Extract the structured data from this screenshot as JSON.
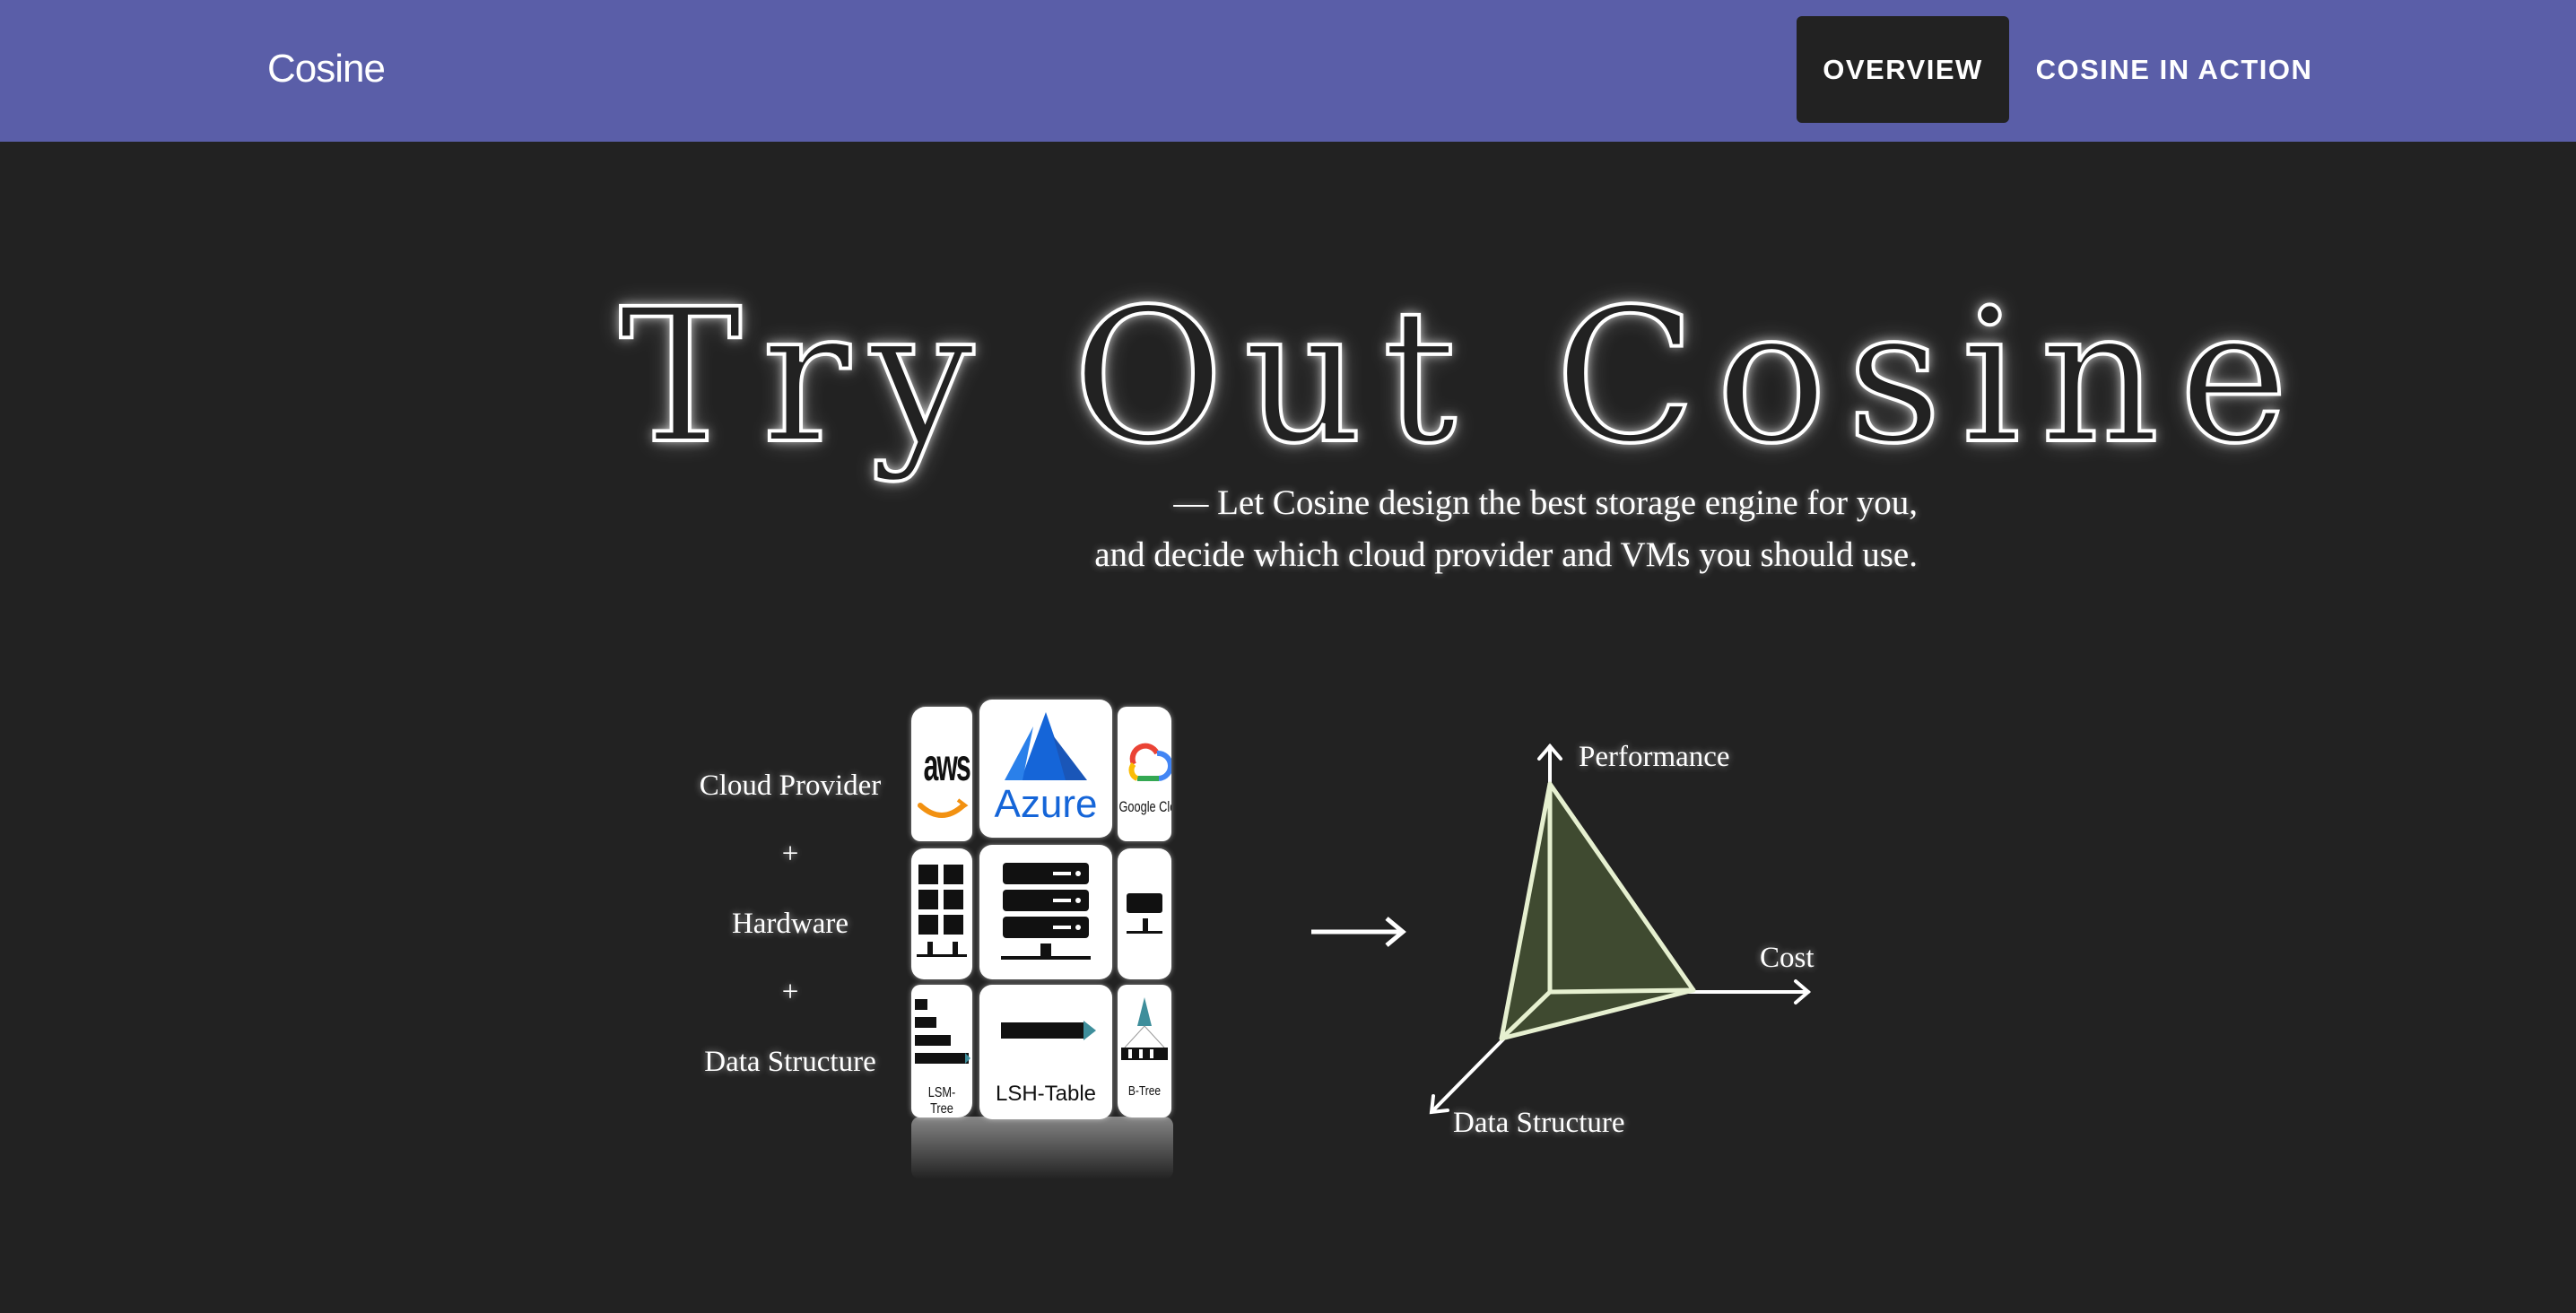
{
  "navbar": {
    "brand": "Cosine",
    "items": [
      {
        "label": "OVERVIEW",
        "active": true
      },
      {
        "label": "COSINE IN ACTION",
        "active": false
      }
    ]
  },
  "hero": {
    "title": "Try Out Cosine",
    "subtitle_line1": "— Let Cosine design the best storage engine for you,",
    "subtitle_line2": "and decide which cloud provider and VMs you should use."
  },
  "diagram": {
    "inputs": [
      "Cloud Provider",
      "+",
      "Hardware",
      "+",
      "Data Structure"
    ],
    "cube_labels": {
      "aws": "aws",
      "azure": "Azure",
      "google": "Google Cloud",
      "lsm_tree": "LSM-Tree",
      "lsh_table": "LSH-Table",
      "b_tree": "B-Tree"
    },
    "output_axes": {
      "performance": "Performance",
      "cost": "Cost",
      "data_structure": "Data Structure"
    },
    "colors": {
      "accent_nav": "#5a5ea8",
      "triangle_fill": "#3f4a30",
      "triangle_stroke": "#e6f0d0",
      "azure_blue": "#1565d8"
    }
  }
}
